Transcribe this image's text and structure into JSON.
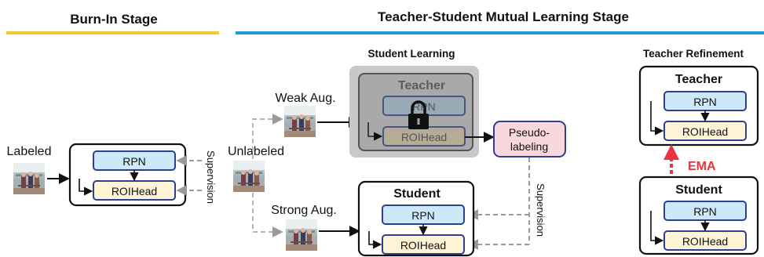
{
  "sections": {
    "burn_in": {
      "title": "Burn-In Stage",
      "color": "#F6C533"
    },
    "mutual": {
      "title": "Teacher-Student Mutual Learning Stage",
      "color": "#1E9BD7"
    }
  },
  "subtitles": {
    "student_learning": "Student Learning",
    "teacher_refinement": "Teacher Refinement"
  },
  "labels": {
    "labeled": "Labeled",
    "unlabeled": "Unlabeled",
    "weak_aug": "Weak Aug.",
    "strong_aug": "Strong Aug.",
    "supervision": "Supervision",
    "ema": "EMA"
  },
  "modules": {
    "rpn": "RPN",
    "roihead": "ROIHead",
    "teacher": "Teacher",
    "student": "Student",
    "pseudo_line1": "Pseudo-",
    "pseudo_line2": "labeling"
  },
  "colors": {
    "rpn_fill": "#CCE9FA",
    "roi_fill": "#FFF3D6",
    "pseudo_fill": "#F9D7DE",
    "module_border": "#2F3E8F",
    "frozen_bg": "#C8C8C8",
    "ema_red": "#E8343F",
    "dashed_gray": "#A6A6A6"
  },
  "icons": {
    "lock": "lock-icon",
    "photo": "photo-thumbnail"
  }
}
